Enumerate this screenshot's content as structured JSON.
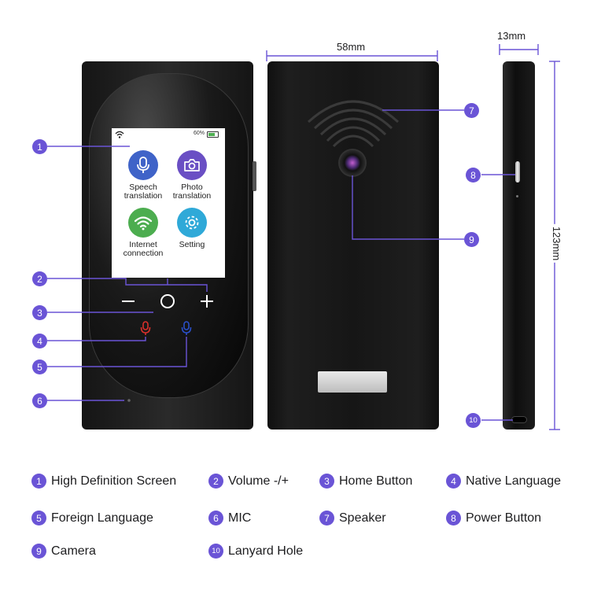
{
  "screen": {
    "battery": "60%",
    "apps": [
      {
        "icon": "microphone-icon",
        "label_line1": "Speech",
        "label_line2": "translation",
        "color": "#3f63c8"
      },
      {
        "icon": "camera-icon",
        "label_line1": "Photo",
        "label_line2": "translation",
        "color": "#6a4fc4"
      },
      {
        "icon": "wifi-icon",
        "label_line1": "Internet",
        "label_line2": "connection",
        "color": "#4cad4f"
      },
      {
        "icon": "gear-icon",
        "label_line1": "Setting",
        "label_line2": "",
        "color": "#2fa9d8"
      }
    ]
  },
  "dimensions": {
    "width": "58mm",
    "depth": "13mm",
    "height": "123mm"
  },
  "callouts": [
    "1",
    "2",
    "3",
    "4",
    "5",
    "6",
    "7",
    "8",
    "9",
    "10"
  ],
  "legend": [
    {
      "num": "1",
      "label": "High Definition Screen"
    },
    {
      "num": "2",
      "label": "Volume -/+"
    },
    {
      "num": "3",
      "label": "Home Button"
    },
    {
      "num": "4",
      "label": "Native Language"
    },
    {
      "num": "5",
      "label": "Foreign Language"
    },
    {
      "num": "6",
      "label": "MIC"
    },
    {
      "num": "7",
      "label": "Speaker"
    },
    {
      "num": "8",
      "label": "Power Button"
    },
    {
      "num": "9",
      "label": "Camera"
    },
    {
      "num": "10",
      "label": "Lanyard Hole"
    }
  ],
  "colors": {
    "badge": "#6a54d6",
    "line": "#6a54d6",
    "native_mic": "#d9302b",
    "foreign_mic": "#2a4fc9"
  }
}
